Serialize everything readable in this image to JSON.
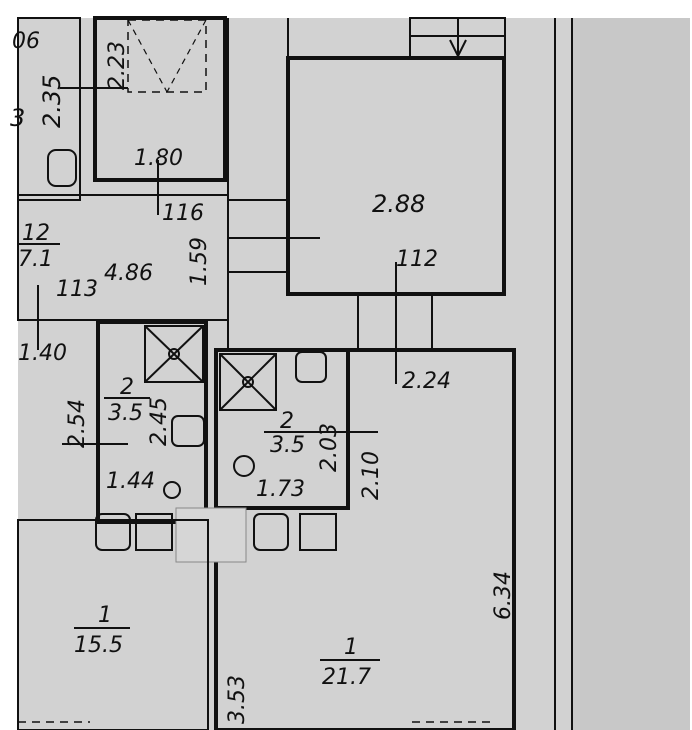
{
  "colors": {
    "floor": "#d2d2d2",
    "ink": "#111111",
    "paper": "#ffffff",
    "panel": "#c8c8c8"
  },
  "labels": {
    "l_06": "06",
    "l_223": "2.23",
    "l_235": "2.35",
    "l_3": "3",
    "l_180": "1.80",
    "l_116": "116",
    "l_12": "12",
    "l_71": "7.1",
    "l_113": "113",
    "l_486": "4.86",
    "l_159": "1.59",
    "l_288": "2.88",
    "l_112": "112",
    "l_140": "1.40",
    "l_254": "2.54",
    "l_2a": "2",
    "l_35a": "3.5",
    "l_245": "2.45",
    "l_144": "1.44",
    "l_2b": "2",
    "l_35b": "3.5",
    "l_203": "2.03",
    "l_210": "2.10",
    "l_224": "2.24",
    "l_173": "1.73",
    "l_634": "6.34",
    "l_1a": "1",
    "l_155": "15.5",
    "l_1b": "1",
    "l_217": "21.7",
    "l_353": "3.53"
  }
}
